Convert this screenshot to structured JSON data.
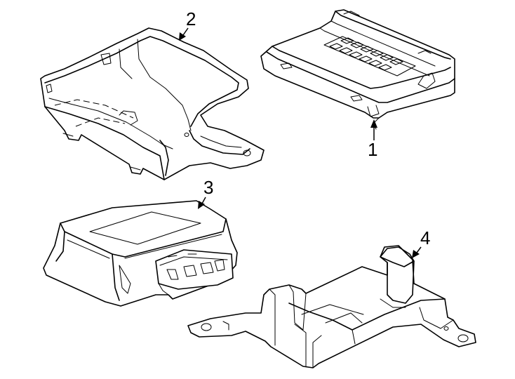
{
  "callouts": [
    {
      "id": "1",
      "label": "1"
    },
    {
      "id": "2",
      "label": "2"
    },
    {
      "id": "3",
      "label": "3"
    },
    {
      "id": "4",
      "label": "4"
    }
  ],
  "parts": [
    {
      "callout": "1",
      "icon": "electronic-module-icon"
    },
    {
      "callout": "2",
      "icon": "module-cover-icon"
    },
    {
      "callout": "3",
      "icon": "control-module-icon"
    },
    {
      "callout": "4",
      "icon": "mounting-bracket-icon"
    }
  ]
}
